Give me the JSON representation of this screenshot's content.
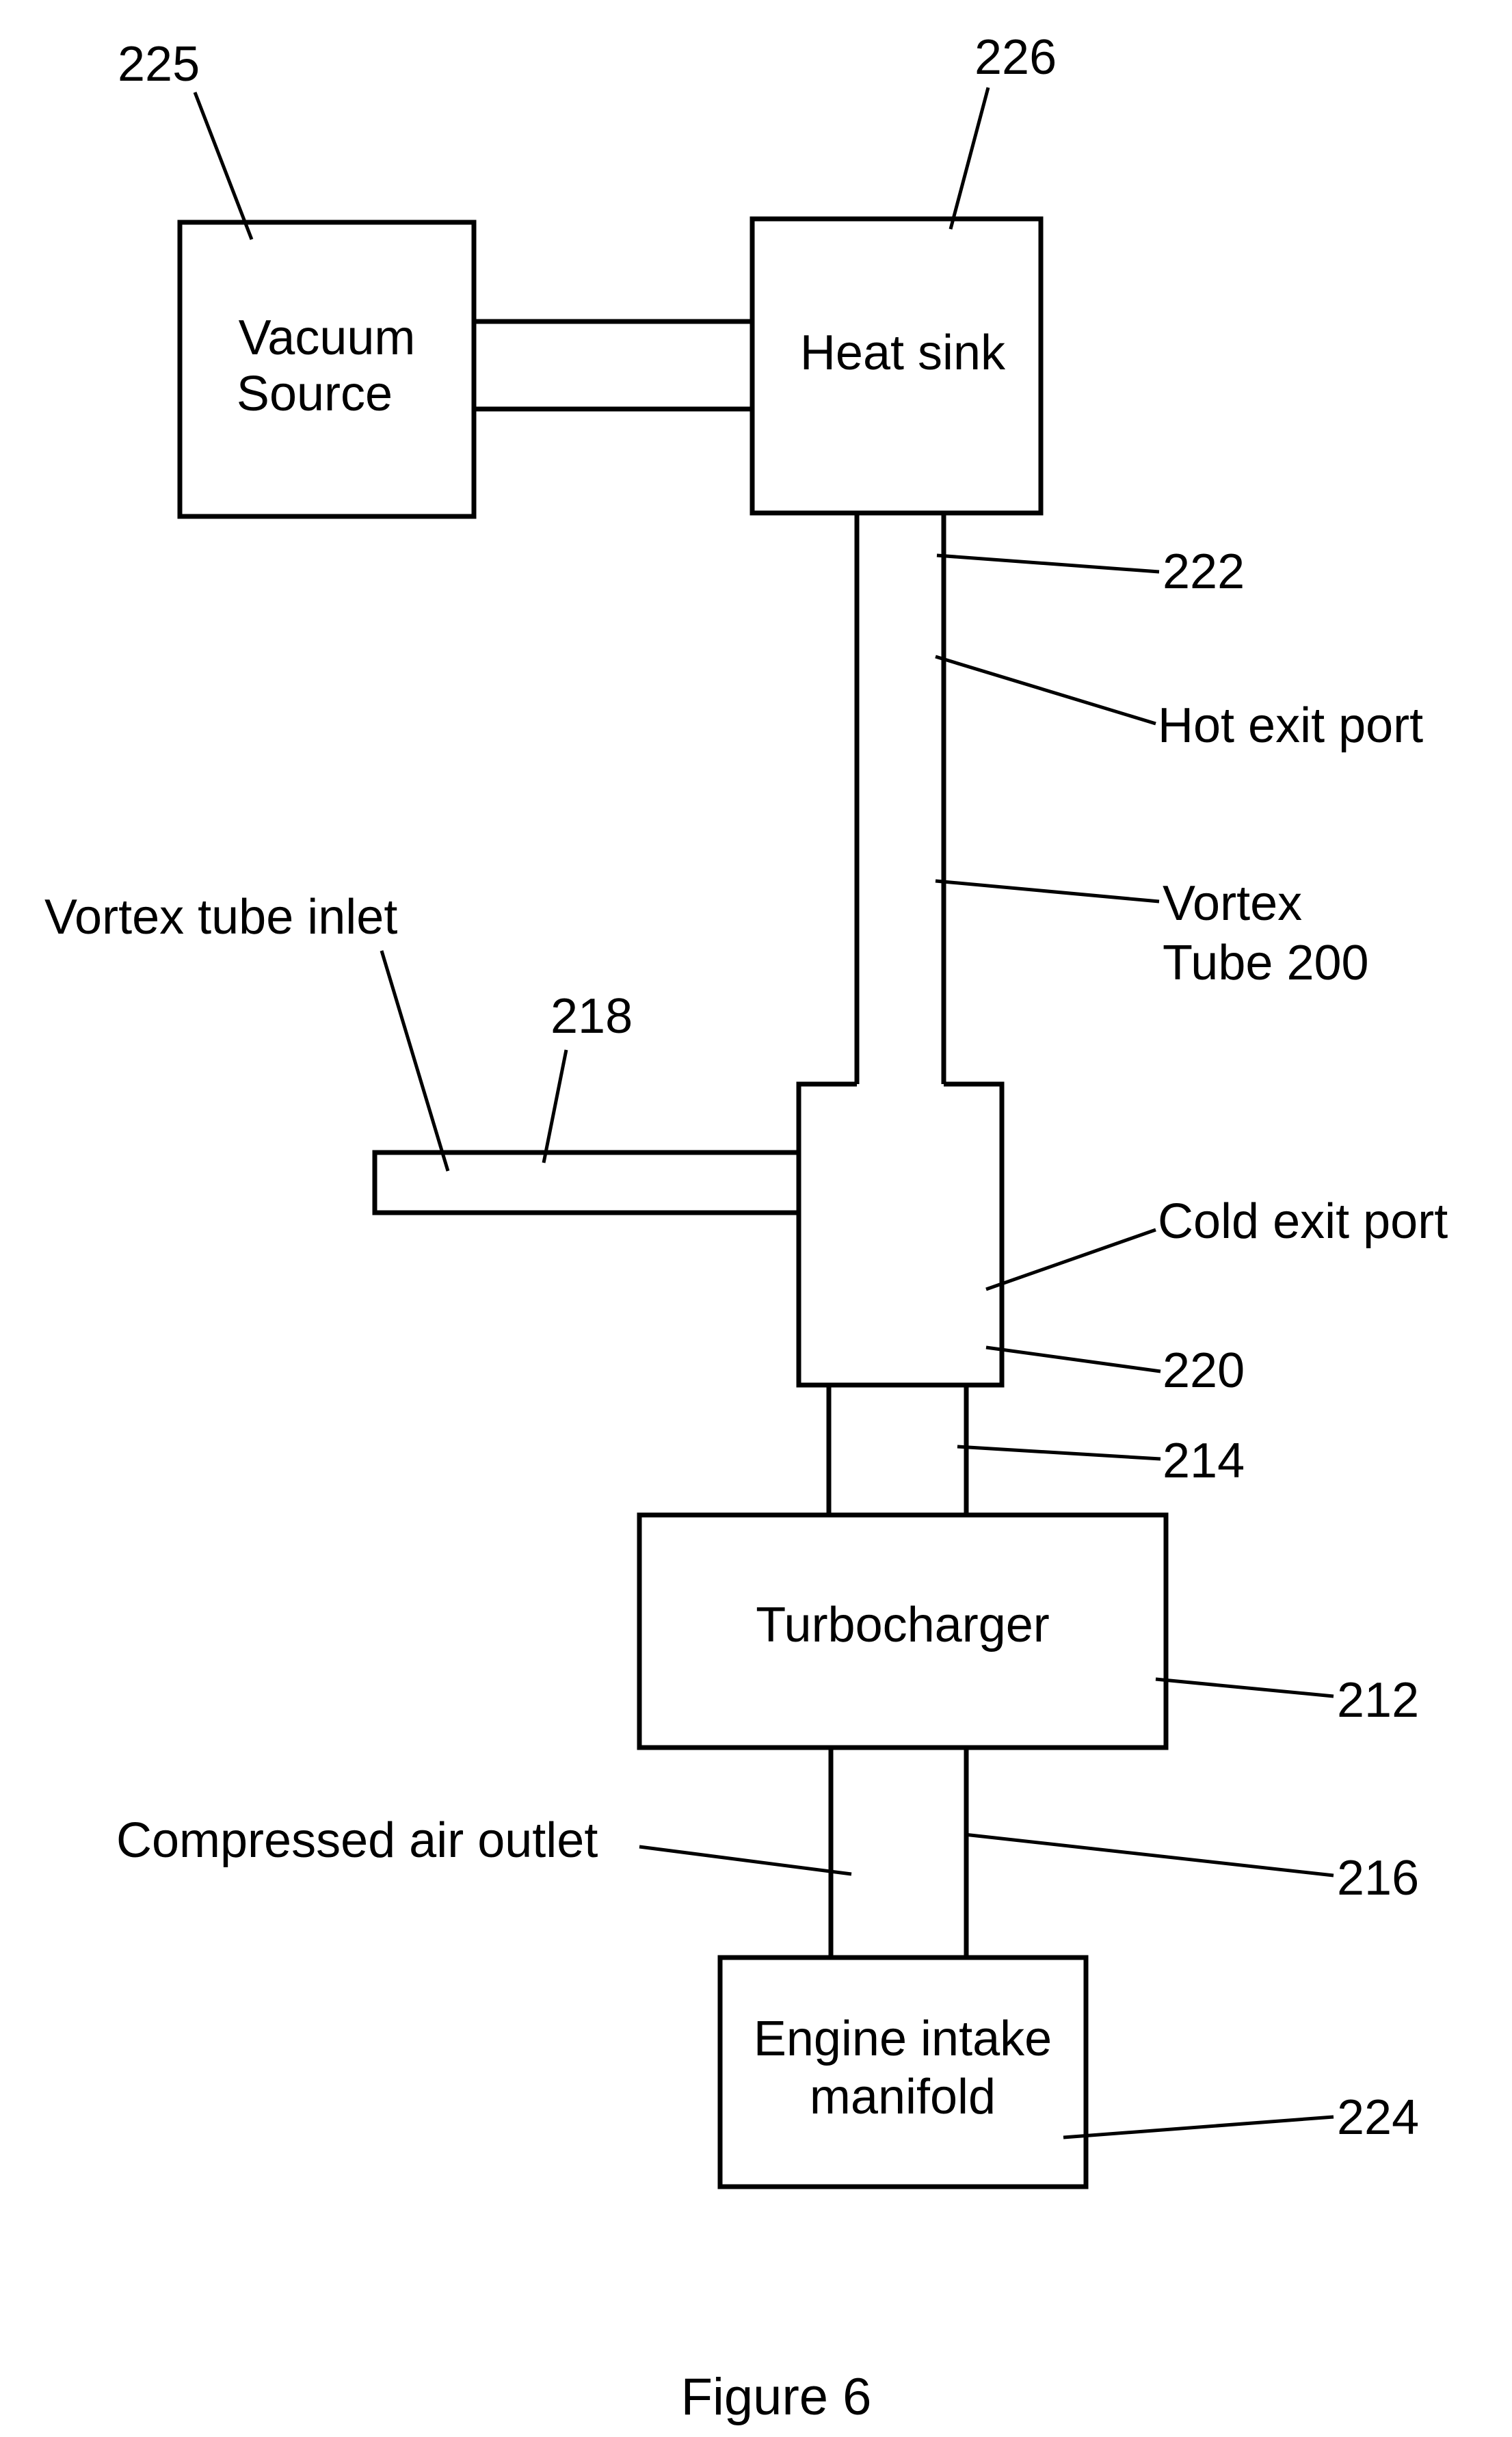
{
  "components": {
    "vacuum_source": {
      "line1": "Vacuum",
      "line2": "Source",
      "ref": "225"
    },
    "heat_sink": {
      "label": "Heat sink",
      "ref": "226"
    },
    "turbocharger": {
      "label": "Turbocharger",
      "ref": "212"
    },
    "engine_intake": {
      "line1": "Engine intake",
      "line2": "manifold",
      "ref": "224"
    }
  },
  "labels": {
    "ref_222": "222",
    "hot_exit_port": "Hot exit port",
    "vortex_line1": "Vortex",
    "vortex_line2": "Tube 200",
    "vortex_tube_inlet": "Vortex tube inlet",
    "ref_218": "218",
    "cold_exit_port": "Cold exit port",
    "ref_220": "220",
    "ref_214": "214",
    "compressed_air_outlet": "Compressed air outlet",
    "ref_216": "216"
  },
  "caption": "Figure 6"
}
